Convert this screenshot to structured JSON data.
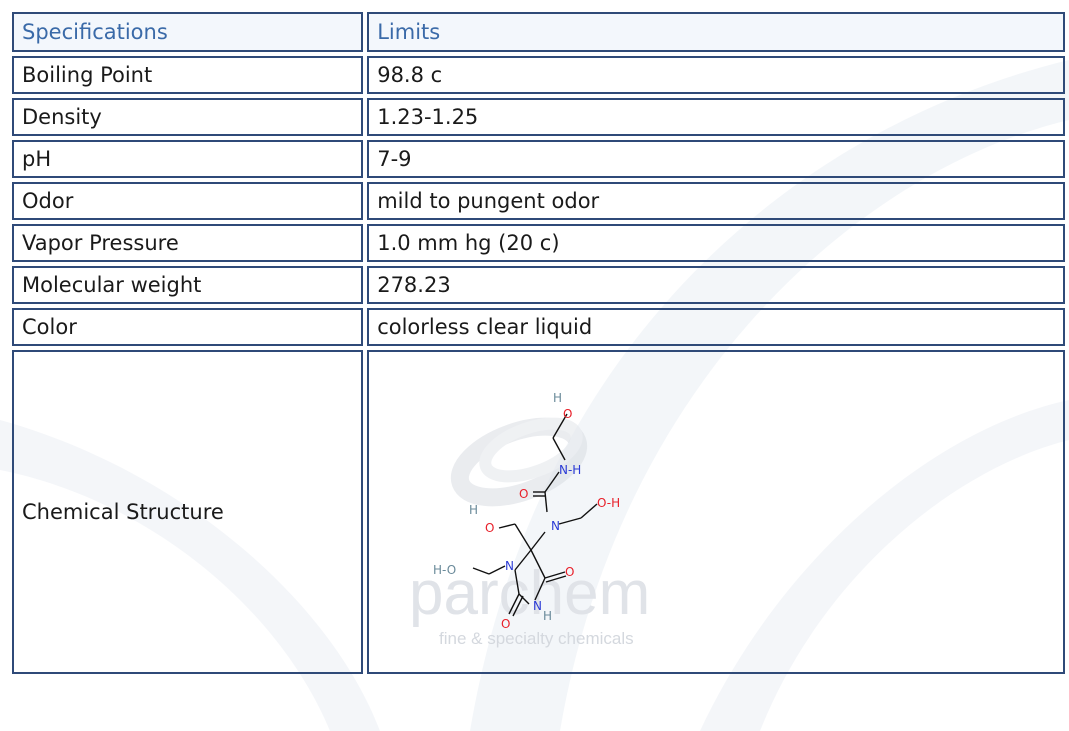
{
  "table": {
    "header": {
      "specifications": "Specifications",
      "limits": "Limits"
    },
    "rows": [
      {
        "spec": "Boiling Point",
        "limit": "98.8 c"
      },
      {
        "spec": "Density",
        "limit": "1.23-1.25"
      },
      {
        "spec": "pH",
        "limit": "7-9"
      },
      {
        "spec": "Odor",
        "limit": "mild to pungent odor"
      },
      {
        "spec": "Vapor Pressure",
        "limit": "1.0 mm hg (20 c)"
      },
      {
        "spec": "Molecular weight",
        "limit": "278.23"
      },
      {
        "spec": "Color",
        "limit": "colorless clear liquid"
      }
    ],
    "structure_label": "Chemical Structure"
  },
  "watermark": {
    "brand": "parchem",
    "tagline": "fine & specialty chemicals"
  },
  "molecule": {
    "atoms": {
      "H": "H",
      "O": "O",
      "N": "N",
      "NH": "N-H",
      "OH": "O-H",
      "HO": "H-O"
    }
  },
  "colors": {
    "border": "#2f4a78",
    "header_text": "#3a6aa8",
    "oxygen": "#e8202a",
    "nitrogen": "#2b3bd6",
    "hydrogen": "#6a8a9a"
  }
}
